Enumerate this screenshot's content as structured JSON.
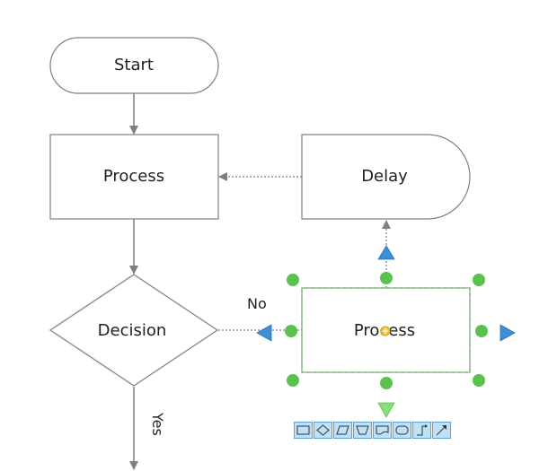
{
  "diagram": {
    "shapes": {
      "start": "Start",
      "process_top": "Process",
      "delay": "Delay",
      "decision": "Decision",
      "process_selected": "Process"
    },
    "edge_labels": {
      "no": "No",
      "yes": "Yes"
    }
  },
  "colors": {
    "stroke": "#7f7f7f",
    "selection_handle": "#5cc24f",
    "connection_arrow": "#3c8fd6",
    "rotate_handle": "#f5c542",
    "toolbar_bg": "#bfe1f7"
  },
  "quick_shapes_toolbar": [
    {
      "icon": "rectangle-icon"
    },
    {
      "icon": "diamond-icon"
    },
    {
      "icon": "parallelogram-icon"
    },
    {
      "icon": "trapezoid-icon"
    },
    {
      "icon": "document-icon"
    },
    {
      "icon": "rounded-rectangle-icon"
    },
    {
      "icon": "elbow-connector-icon"
    },
    {
      "icon": "straight-connector-icon"
    }
  ]
}
